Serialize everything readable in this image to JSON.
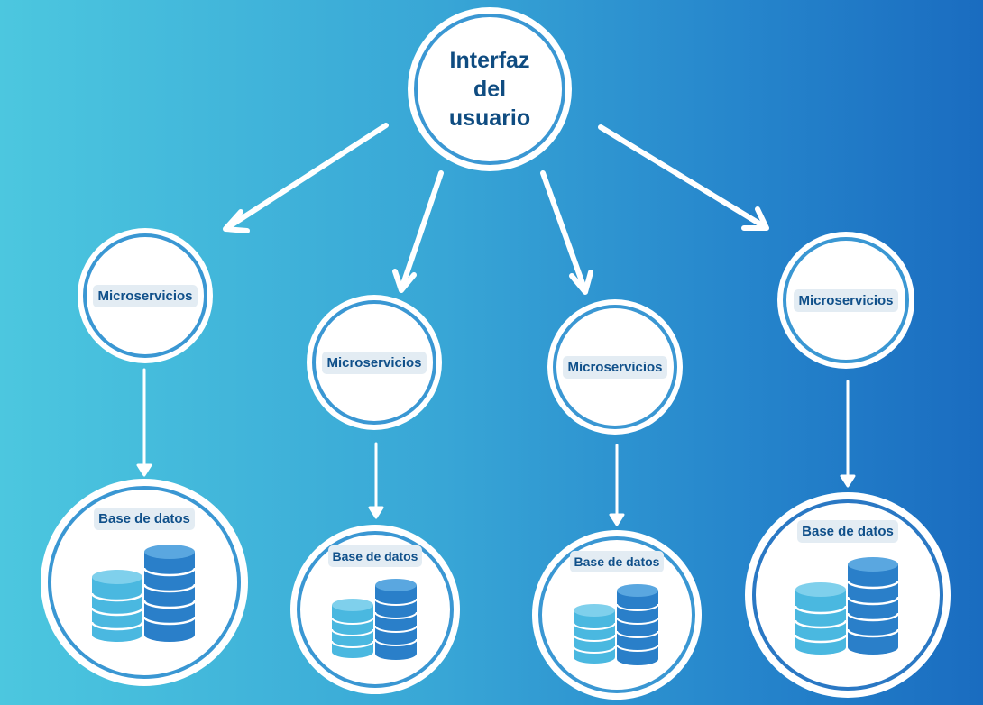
{
  "root": {
    "label": "Interfaz del usuario"
  },
  "columns": [
    {
      "service_label": "Microservicios",
      "database_label": "Base de datos"
    },
    {
      "service_label": "Microservicios",
      "database_label": "Base de datos"
    },
    {
      "service_label": "Microservicios",
      "database_label": "Base de datos"
    },
    {
      "service_label": "Microservicios",
      "database_label": "Base de datos"
    }
  ],
  "colors": {
    "background_start": "#4cc7df",
    "background_end": "#1a6cc0",
    "node_fill": "#ffffff",
    "node_ring": "#3a97d3",
    "label_text": "#0f4c81",
    "label_bg": "#e3ecf3",
    "db_light": "#4ab8e0",
    "db_dark": "#2a7fc9"
  },
  "icons": [
    "database-icon",
    "arrow-down-icon"
  ]
}
